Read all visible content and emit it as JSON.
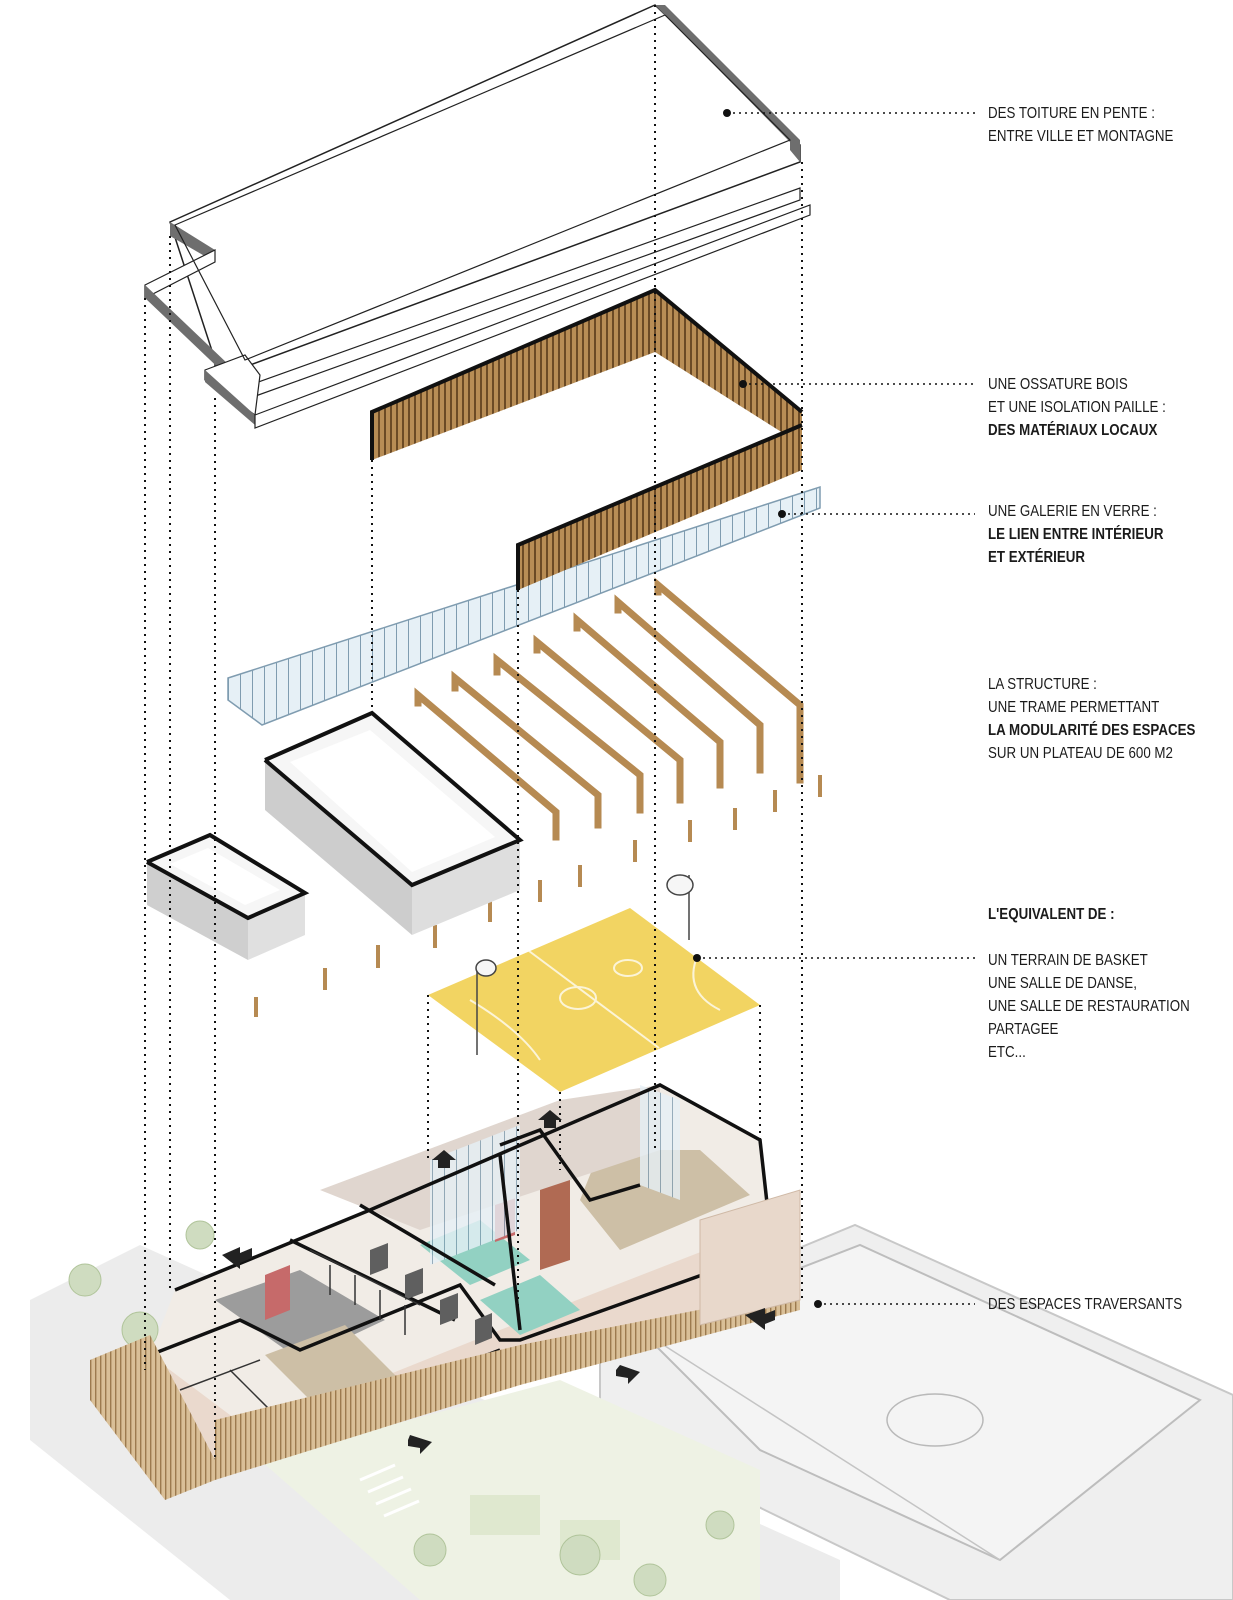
{
  "annotations": {
    "roof": {
      "line1": "DES TOITURE EN PENTE :",
      "line2": "ENTRE VILLE ET MONTAGNE"
    },
    "wood_frame": {
      "line1": "UNE OSSATURE BOIS",
      "line2": "ET UNE ISOLATION PAILLE :",
      "line3": "DES MATÉRIAUX LOCAUX"
    },
    "glass_gallery": {
      "line1": "UNE GALERIE EN VERRE :",
      "line2": "LE LIEN ENTRE INTÉRIEUR",
      "line3": "ET EXTÉRIEUR"
    },
    "structure": {
      "line1": "LA STRUCTURE :",
      "line2": "UNE TRAME PERMETTANT",
      "line3": "LA MODULARITÉ DES ESPACES",
      "line4": "SUR UN PLATEAU DE 600 M2"
    },
    "equivalent": {
      "title": "L'EQUIVALENT DE :",
      "line1": "UN TERRAIN DE BASKET",
      "line2": "UNE SALLE DE DANSE,",
      "line3": "UNE SALLE DE RESTAURATION",
      "line4": "PARTAGEE",
      "line5": "ETC..."
    },
    "crossing": {
      "line1": "DES ESPACES TRAVERSANTS"
    }
  },
  "colors": {
    "wood": "#8a6a40",
    "wood_light": "#c9a676",
    "court": "#f0d35e",
    "glass": "#d7e6ef",
    "concrete": "#d6d6d6",
    "pool": "#8ccfc0",
    "brick": "#e3cfc2",
    "accent_red": "#c66a6a",
    "ground": "#e4e4e4",
    "green": "#c8d8a8"
  }
}
